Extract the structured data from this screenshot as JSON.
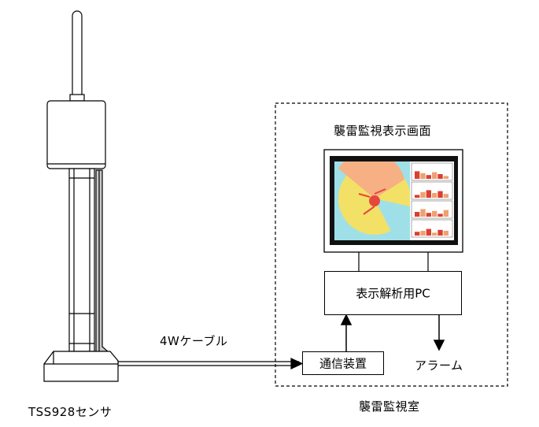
{
  "sensor": {
    "label": "TSS928センサ"
  },
  "cable": {
    "label": "4Wケーブル"
  },
  "room": {
    "label": "襲雷監視室",
    "display_caption": "襲雷監視表示画面",
    "pc_label": "表示解析用PC",
    "comm_label": "通信装置",
    "alarm_label": "アラーム"
  },
  "colors": {
    "line": "#000000",
    "sensor_fill": "#ffffff",
    "cable_fill": "#c9c9c9",
    "map_water": "#9fe0e8",
    "map_outer": "#f3e067",
    "map_inner": "#f6b083",
    "map_core": "#e5473e"
  },
  "screen_panels": [
    {
      "bars": [
        0.8,
        0.6,
        0.4,
        0.7,
        0.5,
        0.3
      ]
    },
    {
      "bars": [
        0.3,
        0.6,
        0.8,
        0.5,
        0.7,
        0.4
      ]
    },
    {
      "bars": [
        0.5,
        0.8,
        0.4,
        0.6,
        0.3,
        0.7
      ]
    },
    {
      "bars": [
        0.4,
        0.5,
        0.7,
        0.3,
        0.6,
        0.5
      ]
    }
  ]
}
